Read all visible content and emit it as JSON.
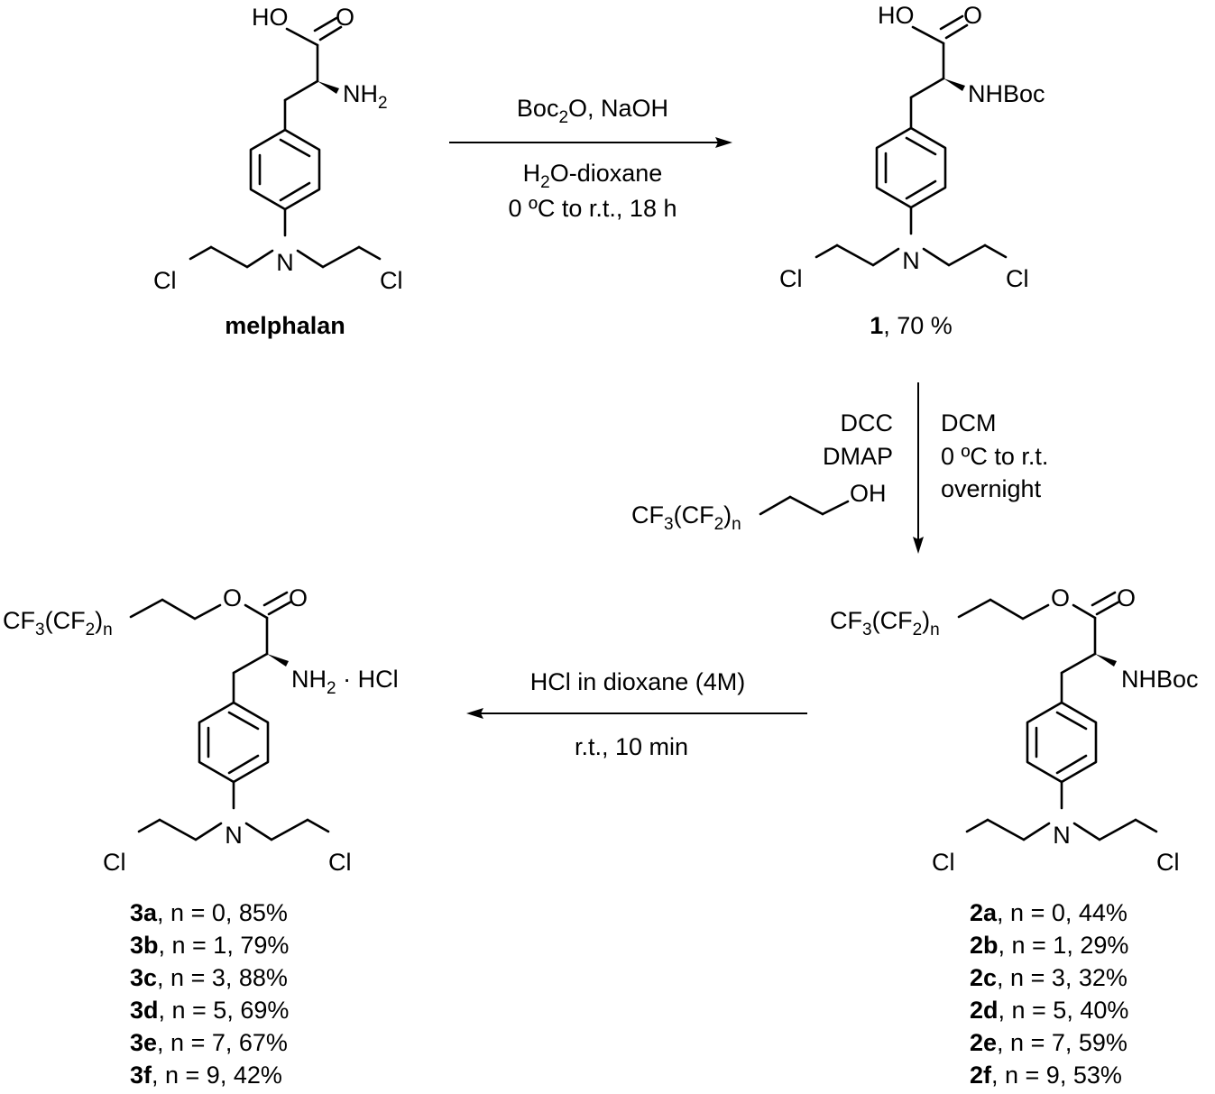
{
  "molecules": {
    "melphalan": {
      "acid_OH": "HO",
      "carbonyl_O": "O",
      "amine": "NH",
      "amine_sub": "2",
      "N": "N",
      "Cl_left": "Cl",
      "Cl_right": "Cl",
      "name": "melphalan"
    },
    "compound1": {
      "acid_OH": "HO",
      "carbonyl_O": "O",
      "amine": "NHBoc",
      "N": "N",
      "Cl_left": "Cl",
      "Cl_right": "Cl",
      "label": "1",
      "yield": ", 70 %"
    },
    "compound2": {
      "chain_a": "CF",
      "chain_sub1": "3",
      "chain_b": "(CF",
      "chain_sub2": "2",
      "chain_c": ")",
      "chain_n": "n",
      "ester_O": "O",
      "carbonyl_O": "O",
      "amine": "NHBoc",
      "N": "N",
      "Cl_left": "Cl",
      "Cl_right": "Cl",
      "entries": [
        {
          "label": "2a",
          "text": ", n = 0, 44%"
        },
        {
          "label": "2b",
          "text": ", n = 1, 29%"
        },
        {
          "label": "2c",
          "text": ", n = 3, 32%"
        },
        {
          "label": "2d",
          "text": ", n = 5, 40%"
        },
        {
          "label": "2e",
          "text": ", n = 7, 59%"
        },
        {
          "label": "2f",
          "text": ", n = 9, 53%"
        }
      ]
    },
    "compound3": {
      "chain_a": "CF",
      "chain_sub1": "3",
      "chain_b": "(CF",
      "chain_sub2": "2",
      "chain_c": ")",
      "chain_n": "n",
      "ester_O": "O",
      "carbonyl_O": "O",
      "amine": "NH",
      "amine_sub": "2",
      "salt": " · HCl",
      "N": "N",
      "Cl_left": "Cl",
      "Cl_right": "Cl",
      "entries": [
        {
          "label": "3a",
          "text": ", n = 0, 85%"
        },
        {
          "label": "3b",
          "text": ", n = 1, 79%"
        },
        {
          "label": "3c",
          "text": ", n = 3, 88%"
        },
        {
          "label": "3d",
          "text": ", n = 5, 69%"
        },
        {
          "label": "3e",
          "text": ", n = 7, 67%"
        },
        {
          "label": "3f",
          "text": ", n = 9, 42%"
        }
      ]
    }
  },
  "step1": {
    "reagent_a": "Boc",
    "reagent_sub": "2",
    "reagent_b": "O, NaOH",
    "solvent_a": "H",
    "solvent_sub": "2",
    "solvent_b": "O-dioxane",
    "conditions": "0 ºC to r.t., 18 h"
  },
  "step2": {
    "reagent1": "DCC",
    "reagent2": "DMAP",
    "alcohol_a": "CF",
    "alcohol_sub1": "3",
    "alcohol_b": "(CF",
    "alcohol_sub2": "2",
    "alcohol_c": ")",
    "alcohol_n": "n",
    "alcohol_OH": "OH",
    "solvent": "DCM",
    "temperature": "0 ºC to r.t.",
    "time": "overnight"
  },
  "step3": {
    "reagent": "HCl in dioxane (4M)",
    "conditions": "r.t., 10 min"
  }
}
